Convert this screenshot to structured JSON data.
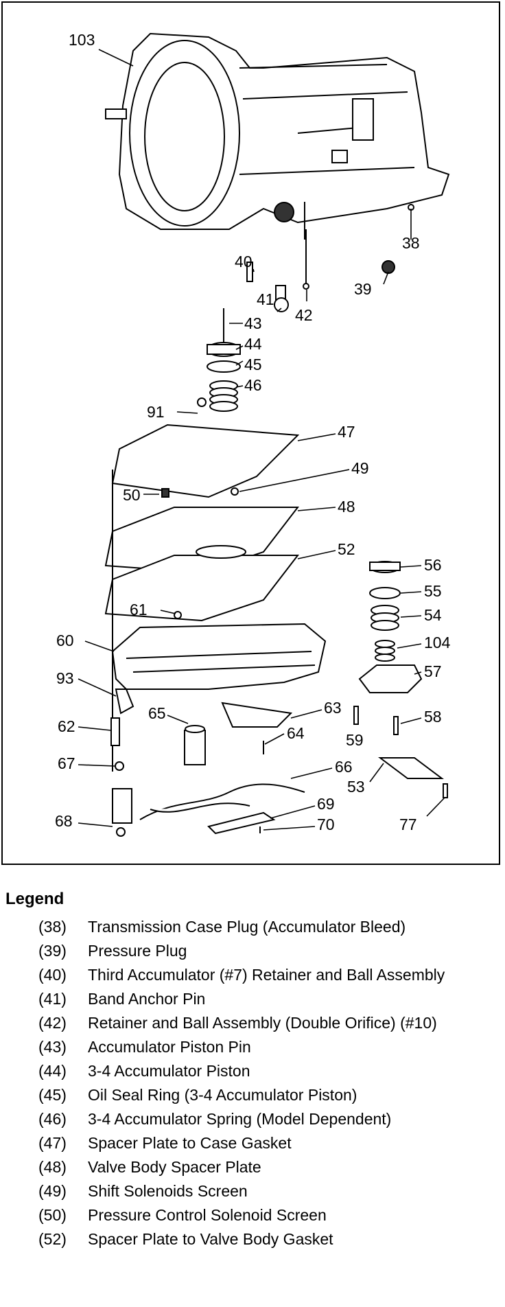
{
  "callouts": {
    "c103": "103",
    "c38": "38",
    "c39": "39",
    "c40": "40",
    "c41": "41",
    "c42": "42",
    "c43": "43",
    "c44": "44",
    "c45": "45",
    "c46": "46",
    "c91": "91",
    "c47": "47",
    "c49": "49",
    "c50": "50",
    "c48": "48",
    "c52": "52",
    "c56": "56",
    "c55": "55",
    "c54": "54",
    "c61": "61",
    "c60": "60",
    "c104": "104",
    "c57": "57",
    "c93": "93",
    "c63": "63",
    "c65": "65",
    "c62": "62",
    "c58": "58",
    "c64": "64",
    "c59": "59",
    "c67": "67",
    "c66": "66",
    "c53": "53",
    "c69": "69",
    "c68": "68",
    "c70": "70",
    "c77": "77"
  },
  "legend": {
    "title": "Legend",
    "items": [
      {
        "num": "(38)",
        "text": "Transmission Case Plug (Accumulator Bleed)"
      },
      {
        "num": "(39)",
        "text": "Pressure Plug"
      },
      {
        "num": "(40)",
        "text": "Third Accumulator (#7) Retainer and Ball Assembly"
      },
      {
        "num": "(41)",
        "text": "Band Anchor Pin"
      },
      {
        "num": "(42)",
        "text": "Retainer and Ball Assembly (Double Orifice) (#10)"
      },
      {
        "num": "(43)",
        "text": "Accumulator Piston Pin"
      },
      {
        "num": "(44)",
        "text": "3-4 Accumulator Piston"
      },
      {
        "num": "(45)",
        "text": "Oil Seal Ring (3-4 Accumulator Piston)"
      },
      {
        "num": "(46)",
        "text": "3-4 Accumulator Spring (Model Dependent)"
      },
      {
        "num": "(47)",
        "text": "Spacer Plate to Case Gasket"
      },
      {
        "num": "(48)",
        "text": "Valve Body Spacer Plate"
      },
      {
        "num": "(49)",
        "text": "Shift Solenoids Screen"
      },
      {
        "num": "(50)",
        "text": "Pressure Control Solenoid Screen"
      },
      {
        "num": "(52)",
        "text": "Spacer Plate to Valve Body Gasket"
      }
    ]
  }
}
